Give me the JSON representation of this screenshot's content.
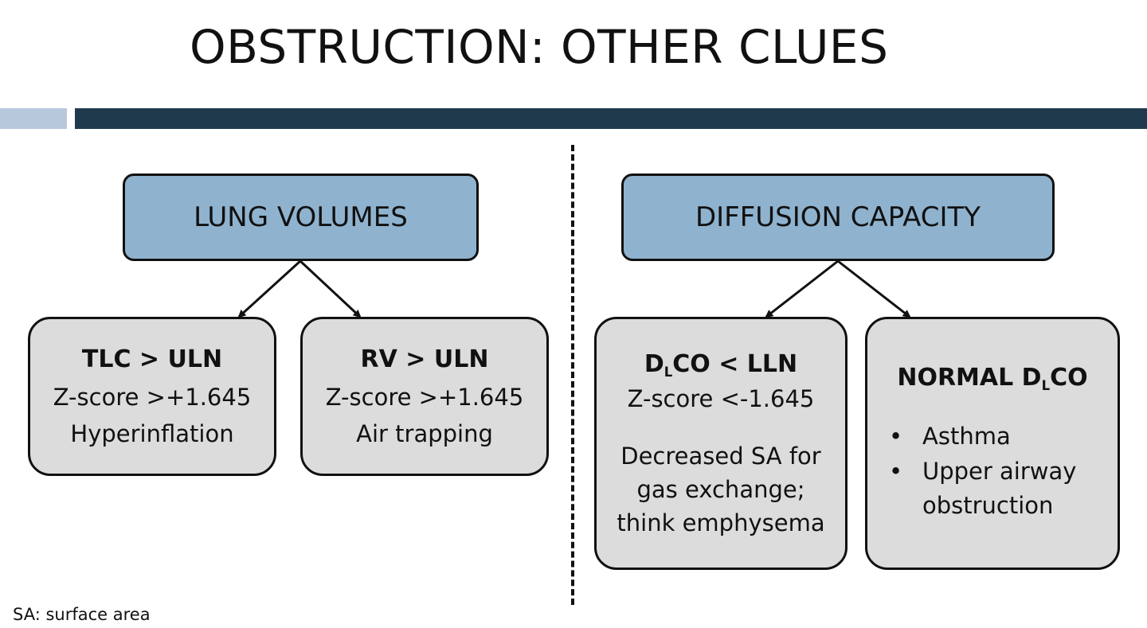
{
  "slide": {
    "title": "OBSTRUCTION: OTHER CLUES",
    "footnote": "SA: surface area"
  },
  "left_branch": {
    "header": "LUNG VOLUMES",
    "children": [
      {
        "heading": "TLC > ULN",
        "line1": "Z-score >+1.645",
        "line2": "Hyperinflation"
      },
      {
        "heading": "RV > ULN",
        "line1": "Z-score >+1.645",
        "line2": "Air trapping"
      }
    ]
  },
  "right_branch": {
    "header": "DIFFUSION CAPACITY",
    "dlco_low": {
      "heading_pre": "D",
      "heading_sub": "L",
      "heading_post": "CO < LLN",
      "line1": "Z-score <-1.645",
      "desc1": "Decreased SA for",
      "desc2": "gas exchange;",
      "desc3": "think emphysema"
    },
    "dlco_normal": {
      "heading_pre": "NORMAL D",
      "heading_sub": "L",
      "heading_post": "CO",
      "bullets": [
        "Asthma",
        "Upper airway",
        "obstruction"
      ]
    }
  }
}
